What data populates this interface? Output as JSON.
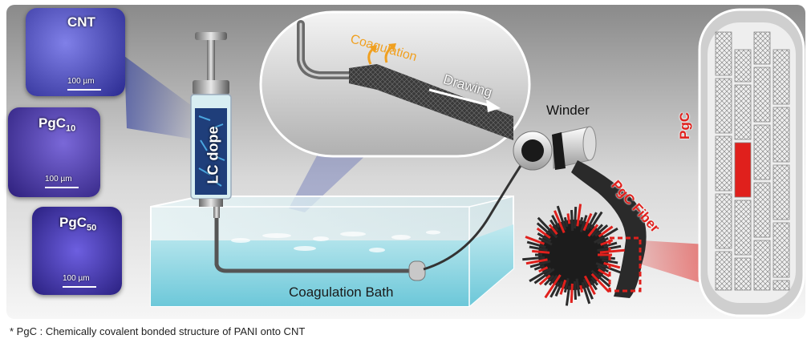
{
  "panels": [
    {
      "label": "CNT",
      "sub": "",
      "scale": "100 µm"
    },
    {
      "label": "PgC",
      "sub": "10",
      "scale": "100 µm"
    },
    {
      "label": "PgC",
      "sub": "50",
      "scale": "100 µm"
    }
  ],
  "labels": {
    "lc_dope": "LC dope",
    "coagulation": "Coagulation",
    "drawing": "Drawing",
    "winder": "Winder",
    "bath": "Coagulation Bath",
    "pgc_fiber": "PgC Fiber",
    "pgc": "PgC"
  },
  "footnote": {
    "marker": "* PgC :",
    "text": "Chemically covalent bonded structure of PANI onto CNT"
  },
  "colors": {
    "accent_red": "#e0201c",
    "coagulation_orange": "#f0a020",
    "micrograph_blue": "#3a3aa8"
  }
}
